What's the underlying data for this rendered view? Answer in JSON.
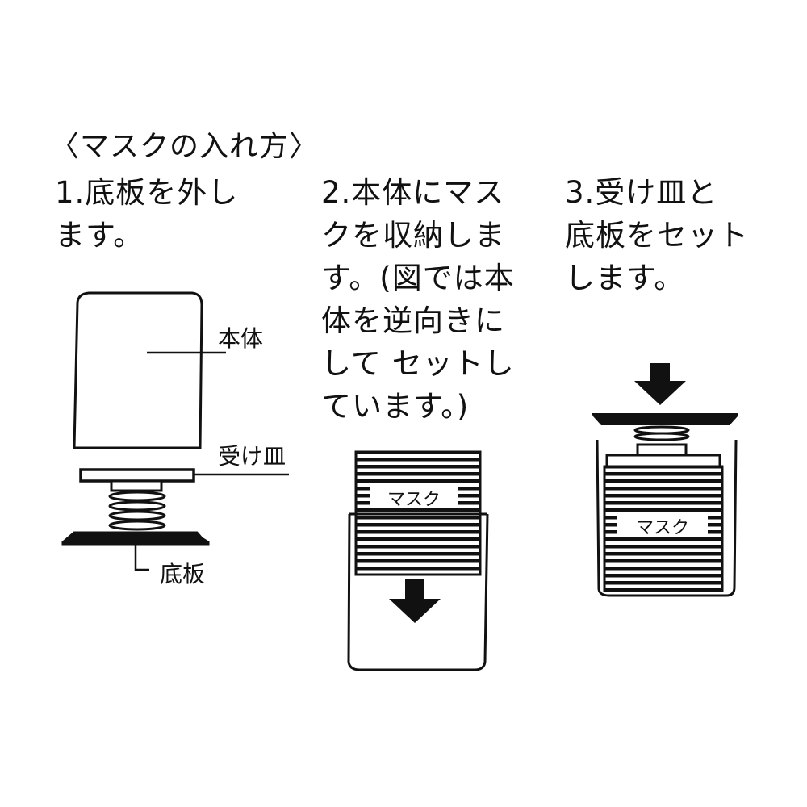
{
  "title": "〈マスクの入れ方〉",
  "steps": [
    {
      "number": "1.",
      "text": "1.底板を外し\nます。"
    },
    {
      "number": "2.",
      "text": "2.本体にマス\nクを収納しま\nす。(図では本\n体を逆向きに\nして セットし\nています。)"
    },
    {
      "number": "3.",
      "text": "3.受け皿と\n底板をセット\nします。"
    }
  ],
  "diagram1": {
    "labels": {
      "body": "本体",
      "tray": "受け皿",
      "base": "底板"
    }
  },
  "diagram2": {
    "mask_label": "マスク",
    "arrow": "down-arrow"
  },
  "diagram3": {
    "mask_label": "マスク",
    "arrow": "down-arrow"
  },
  "colors": {
    "ink": "#111111",
    "background": "#ffffff"
  }
}
